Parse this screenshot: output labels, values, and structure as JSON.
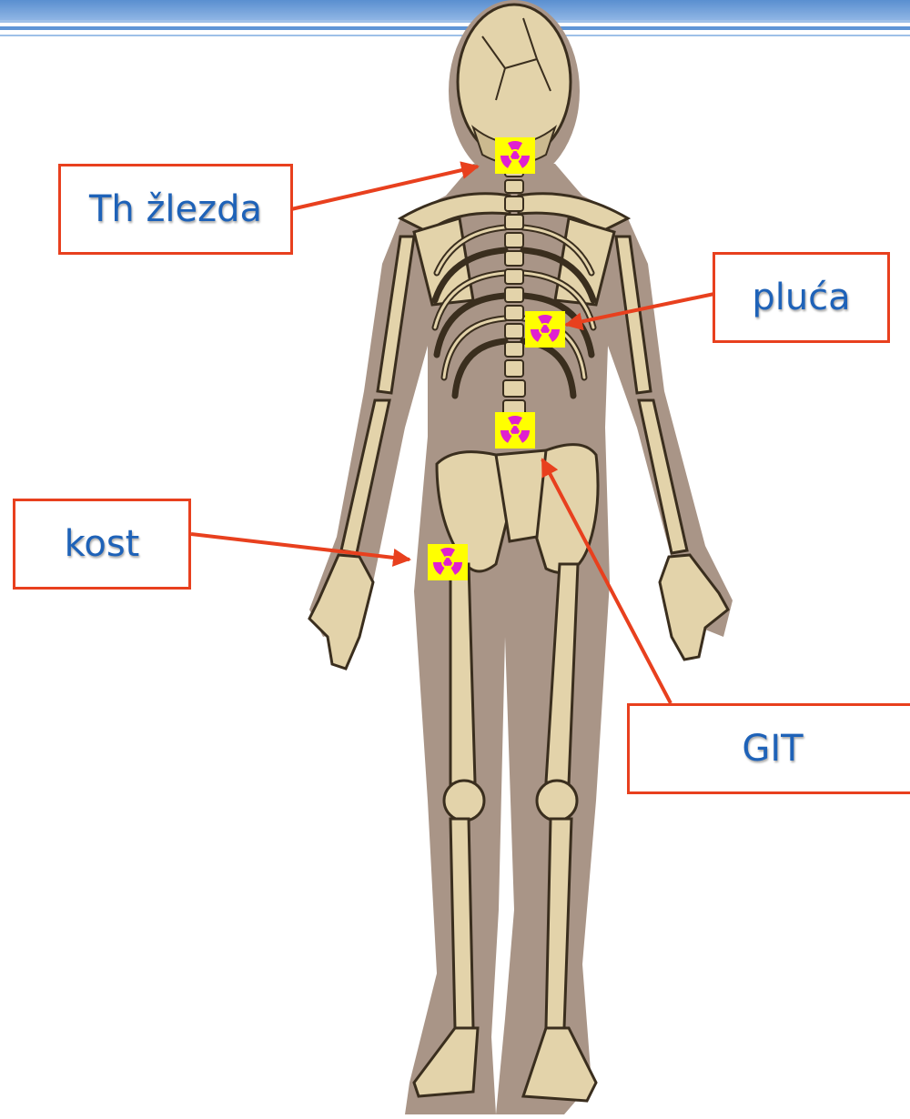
{
  "labels": {
    "thyroid": "Th žlezda",
    "lungs": "pluća",
    "bone": "kost",
    "git": "GIT"
  },
  "markers": [
    {
      "organ": "thyroid",
      "icon": "radiation-hazard-icon"
    },
    {
      "organ": "lungs",
      "icon": "radiation-hazard-icon"
    },
    {
      "organ": "git",
      "icon": "radiation-hazard-icon"
    },
    {
      "organ": "bone",
      "icon": "radiation-hazard-icon"
    }
  ],
  "colors": {
    "label_border": "#e8401e",
    "arrow": "#e8401e",
    "label_text": "#1e62b8",
    "marker_bg": "#ffff00",
    "marker_symbol": "#e020d0",
    "bone": "#e3d3aa",
    "body_shadow": "#a99587",
    "header_band": "#6f9fd8"
  }
}
